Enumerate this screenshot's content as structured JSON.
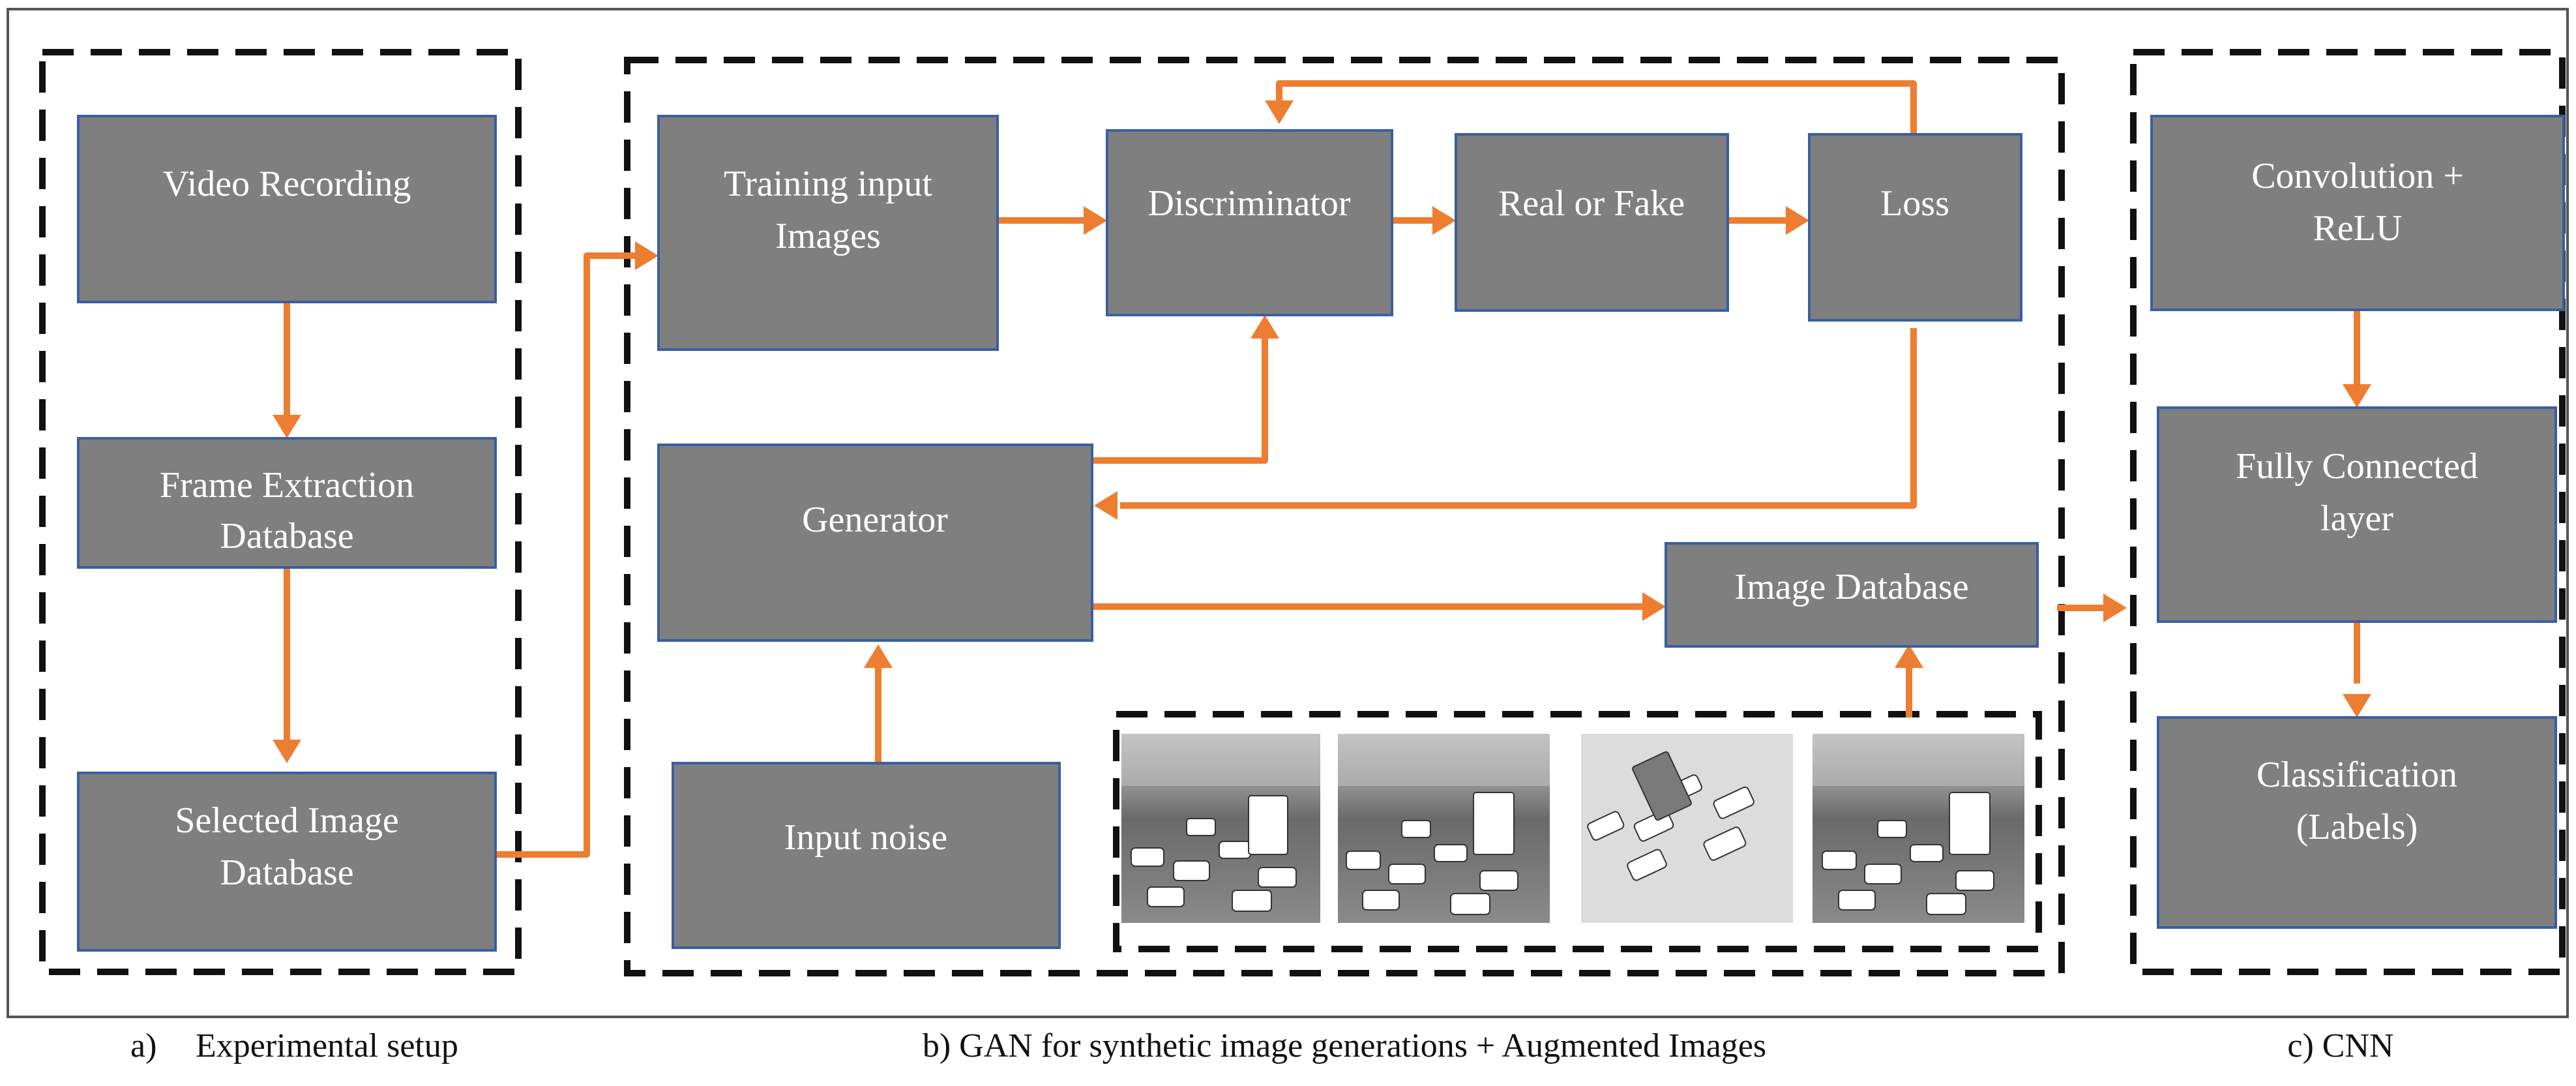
{
  "panels": {
    "a": {
      "caption_letter": "a)",
      "caption_text": "Experimental setup"
    },
    "b": {
      "caption": "b) GAN for synthetic image generations + Augmented Images"
    },
    "c": {
      "caption": "c) CNN"
    }
  },
  "boxes": {
    "video_recording": [
      "Video Recording"
    ],
    "frame_extraction": [
      "Frame Extraction",
      "Database"
    ],
    "selected_image_db": [
      "Selected Image",
      "Database"
    ],
    "training_input": [
      "Training input",
      "Images"
    ],
    "discriminator": [
      "Discriminator"
    ],
    "real_or_fake": [
      "Real or Fake"
    ],
    "loss": [
      "Loss"
    ],
    "generator": [
      "Generator"
    ],
    "image_database": [
      "Image Database"
    ],
    "input_noise": [
      "Input noise"
    ],
    "convolution": [
      "Convolution +",
      "ReLU"
    ],
    "fully_connected": [
      "Fully Connected",
      "layer"
    ],
    "classification": [
      "Classification",
      "(Labels)"
    ]
  },
  "colors": {
    "box_fill": "#7f7f7f",
    "box_border": "#3a5fa0",
    "arrow": "#ed7d31",
    "panel_border": "#111111"
  }
}
